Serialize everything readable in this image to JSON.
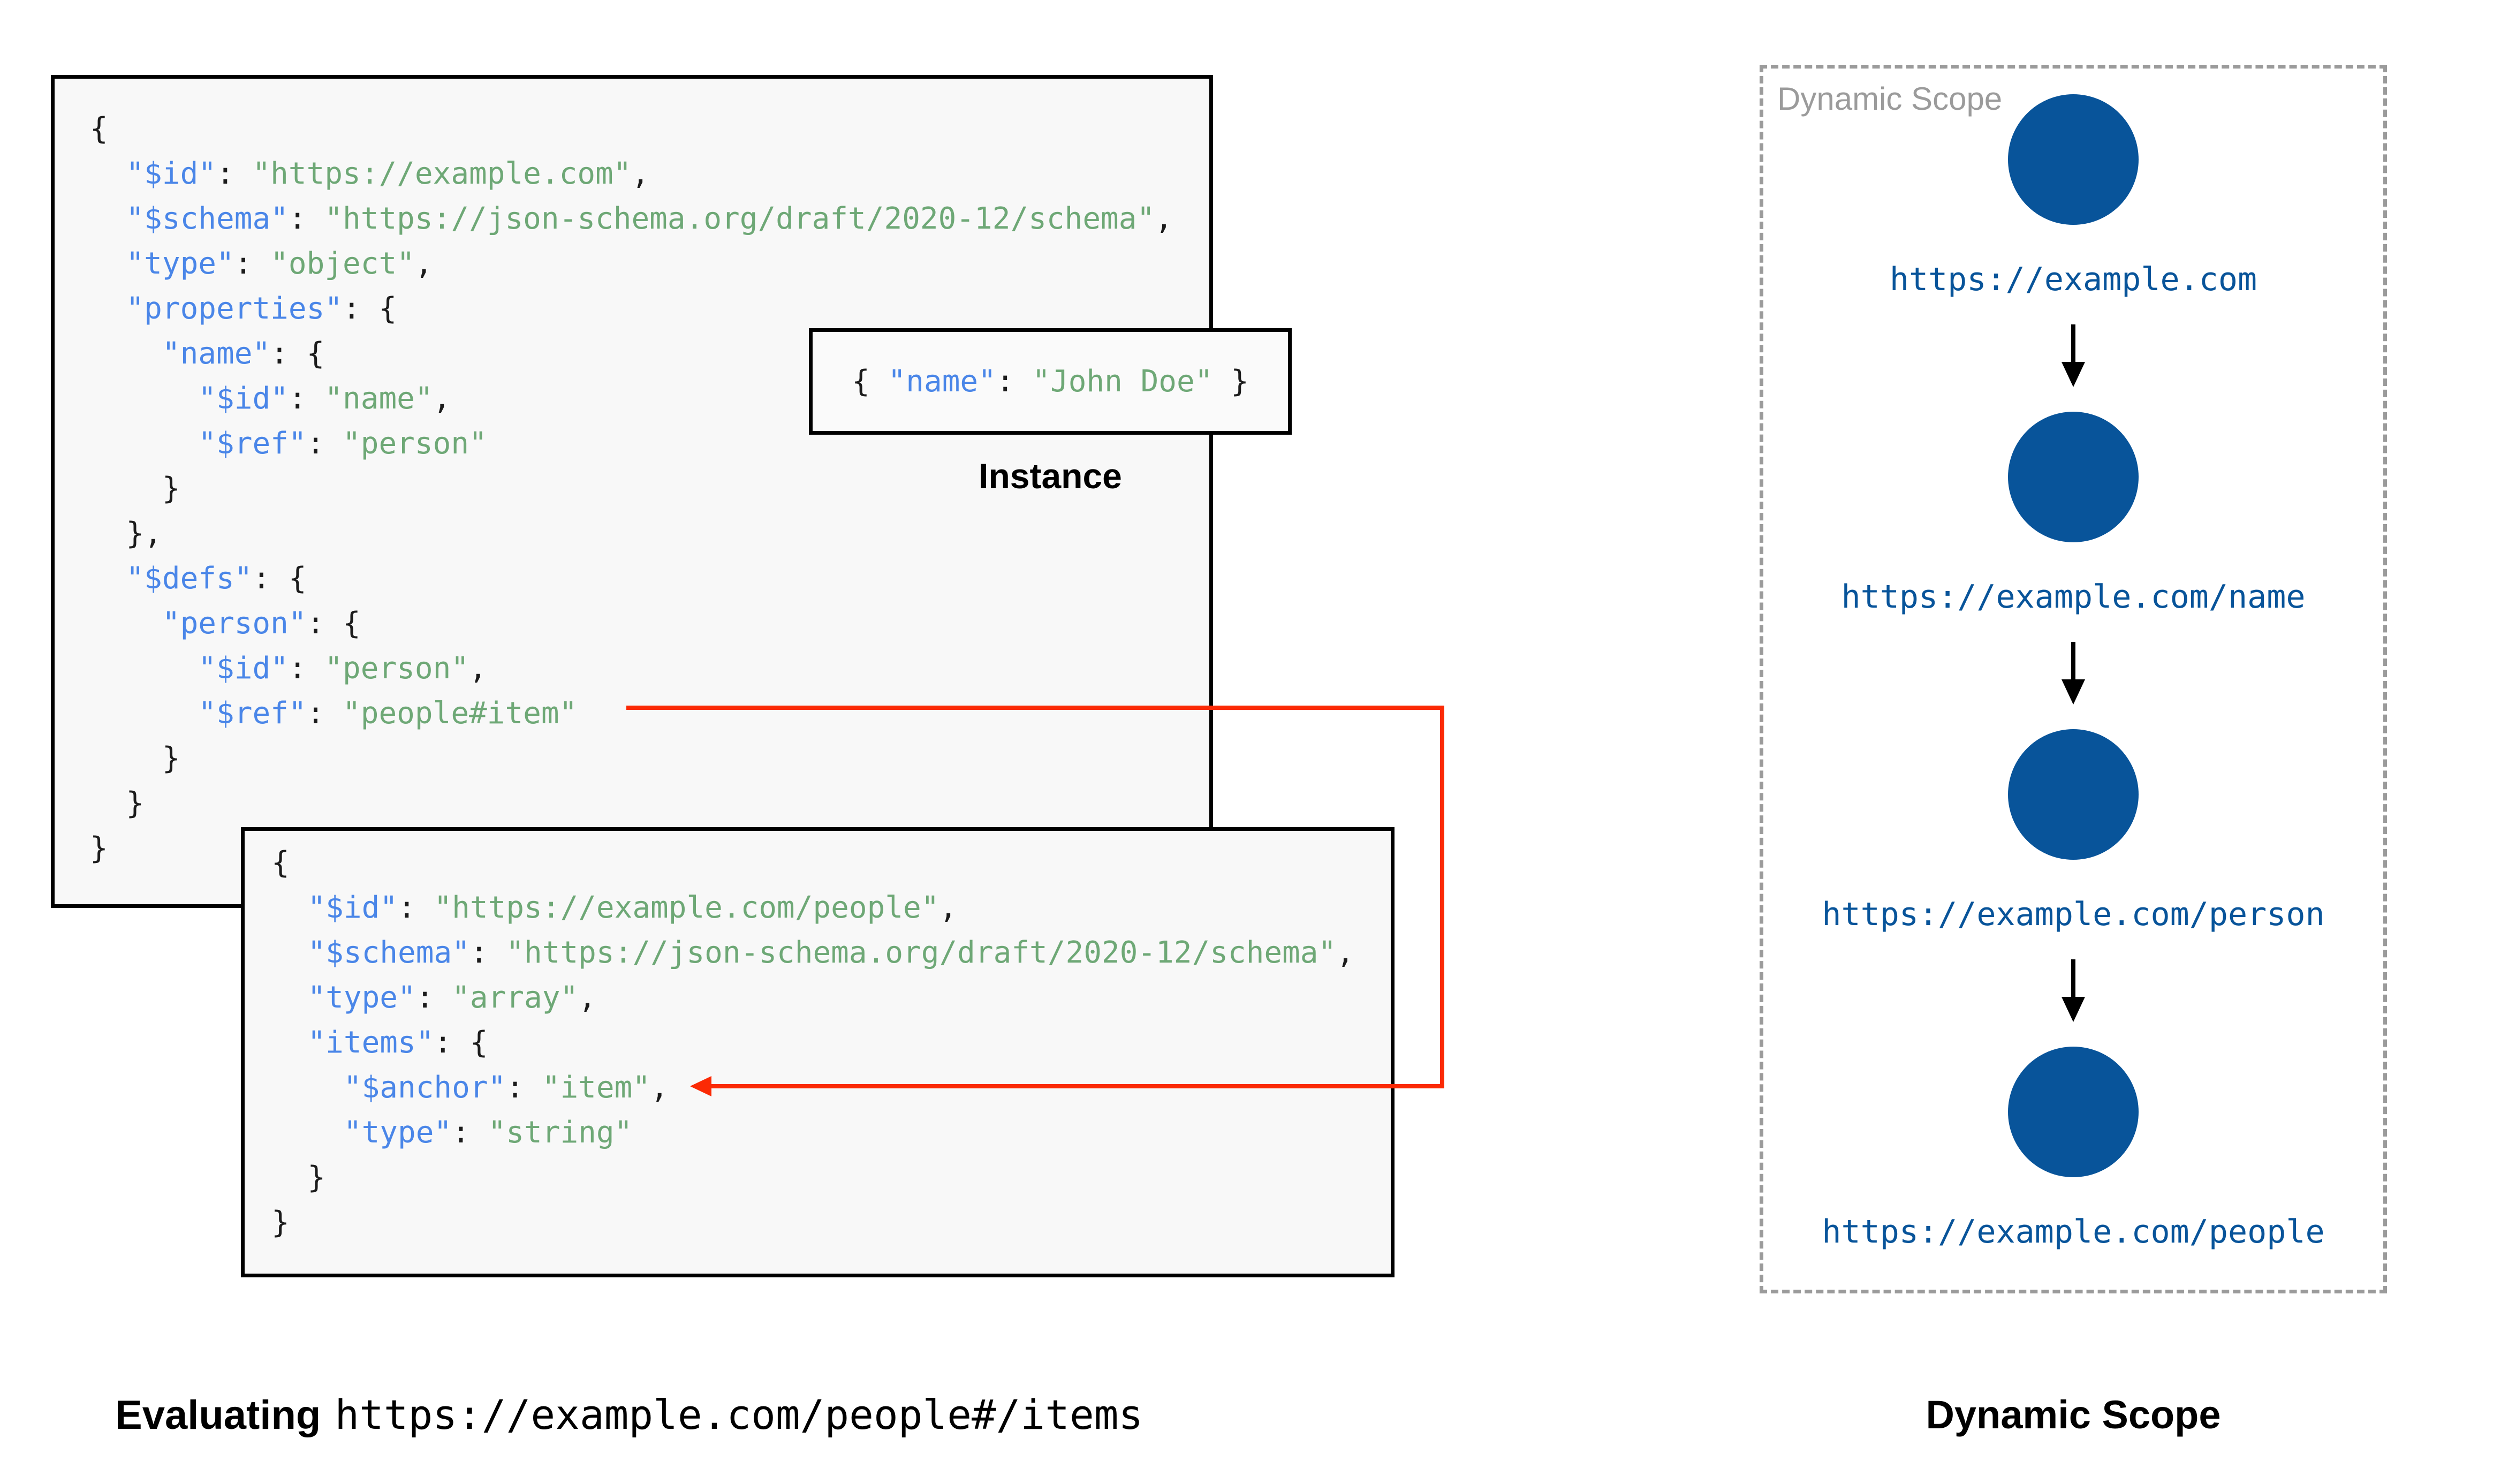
{
  "colors": {
    "key_blue": "#4a86e8",
    "string_green": "#6ea876",
    "punctuation": "#1c1c1c",
    "scope_blue": "#08549a",
    "arrow_red": "#fb2a05",
    "muted_gray": "#9b9b9b",
    "box_background": "#f8f8f8"
  },
  "schema1": {
    "lines": [
      [
        [
          "p",
          "{"
        ]
      ],
      [
        [
          "p",
          "  "
        ],
        [
          "k",
          "\"$id\""
        ],
        [
          "p",
          ": "
        ],
        [
          "s",
          "\"https://example.com\""
        ],
        [
          "p",
          ","
        ]
      ],
      [
        [
          "p",
          "  "
        ],
        [
          "k",
          "\"$schema\""
        ],
        [
          "p",
          ": "
        ],
        [
          "s",
          "\"https://json-schema.org/draft/2020-12/schema\""
        ],
        [
          "p",
          ","
        ]
      ],
      [
        [
          "p",
          "  "
        ],
        [
          "k",
          "\"type\""
        ],
        [
          "p",
          ": "
        ],
        [
          "s",
          "\"object\""
        ],
        [
          "p",
          ","
        ]
      ],
      [
        [
          "p",
          "  "
        ],
        [
          "k",
          "\"properties\""
        ],
        [
          "p",
          ": {"
        ]
      ],
      [
        [
          "p",
          "    "
        ],
        [
          "k",
          "\"name\""
        ],
        [
          "p",
          ": {"
        ]
      ],
      [
        [
          "p",
          "      "
        ],
        [
          "k",
          "\"$id\""
        ],
        [
          "p",
          ": "
        ],
        [
          "s",
          "\"name\""
        ],
        [
          "p",
          ","
        ]
      ],
      [
        [
          "p",
          "      "
        ],
        [
          "k",
          "\"$ref\""
        ],
        [
          "p",
          ": "
        ],
        [
          "s",
          "\"person\""
        ]
      ],
      [
        [
          "p",
          "    }"
        ]
      ],
      [
        [
          "p",
          "  },"
        ]
      ],
      [
        [
          "p",
          "  "
        ],
        [
          "k",
          "\"$defs\""
        ],
        [
          "p",
          ": {"
        ]
      ],
      [
        [
          "p",
          "    "
        ],
        [
          "k",
          "\"person\""
        ],
        [
          "p",
          ": {"
        ]
      ],
      [
        [
          "p",
          "      "
        ],
        [
          "k",
          "\"$id\""
        ],
        [
          "p",
          ": "
        ],
        [
          "s",
          "\"person\""
        ],
        [
          "p",
          ","
        ]
      ],
      [
        [
          "p",
          "      "
        ],
        [
          "k",
          "\"$ref\""
        ],
        [
          "p",
          ": "
        ],
        [
          "s",
          "\"people#item\""
        ]
      ],
      [
        [
          "p",
          "    }"
        ]
      ],
      [
        [
          "p",
          "  }"
        ]
      ],
      [
        [
          "p",
          "}"
        ]
      ]
    ]
  },
  "instance": {
    "label": "Instance",
    "lines": [
      [
        [
          "p",
          "{ "
        ],
        [
          "k",
          "\"name\""
        ],
        [
          "p",
          ": "
        ],
        [
          "s",
          "\"John Doe\""
        ],
        [
          "p",
          " }"
        ]
      ]
    ]
  },
  "schema2": {
    "lines": [
      [
        [
          "p",
          "{"
        ]
      ],
      [
        [
          "p",
          "  "
        ],
        [
          "k",
          "\"$id\""
        ],
        [
          "p",
          ": "
        ],
        [
          "s",
          "\"https://example.com/people\""
        ],
        [
          "p",
          ","
        ]
      ],
      [
        [
          "p",
          "  "
        ],
        [
          "k",
          "\"$schema\""
        ],
        [
          "p",
          ": "
        ],
        [
          "s",
          "\"https://json-schema.org/draft/2020-12/schema\""
        ],
        [
          "p",
          ","
        ]
      ],
      [
        [
          "p",
          "  "
        ],
        [
          "k",
          "\"type\""
        ],
        [
          "p",
          ": "
        ],
        [
          "s",
          "\"array\""
        ],
        [
          "p",
          ","
        ]
      ],
      [
        [
          "p",
          "  "
        ],
        [
          "k",
          "\"items\""
        ],
        [
          "p",
          ": {"
        ]
      ],
      [
        [
          "p",
          "    "
        ],
        [
          "k",
          "\"$anchor\""
        ],
        [
          "p",
          ": "
        ],
        [
          "s",
          "\"item\""
        ],
        [
          "p",
          ","
        ]
      ],
      [
        [
          "p",
          "    "
        ],
        [
          "k",
          "\"type\""
        ],
        [
          "p",
          ": "
        ],
        [
          "s",
          "\"string\""
        ]
      ],
      [
        [
          "p",
          "  }"
        ]
      ],
      [
        [
          "p",
          "}"
        ]
      ]
    ]
  },
  "scope_panel": {
    "watermark": "Dynamic Scope",
    "nodes": [
      "https://example.com",
      "https://example.com/name",
      "https://example.com/person",
      "https://example.com/people"
    ]
  },
  "captions": {
    "evaluating_label": "Evaluating",
    "evaluating_target": "https://example.com/people#/items",
    "scope_caption": "Dynamic Scope"
  }
}
